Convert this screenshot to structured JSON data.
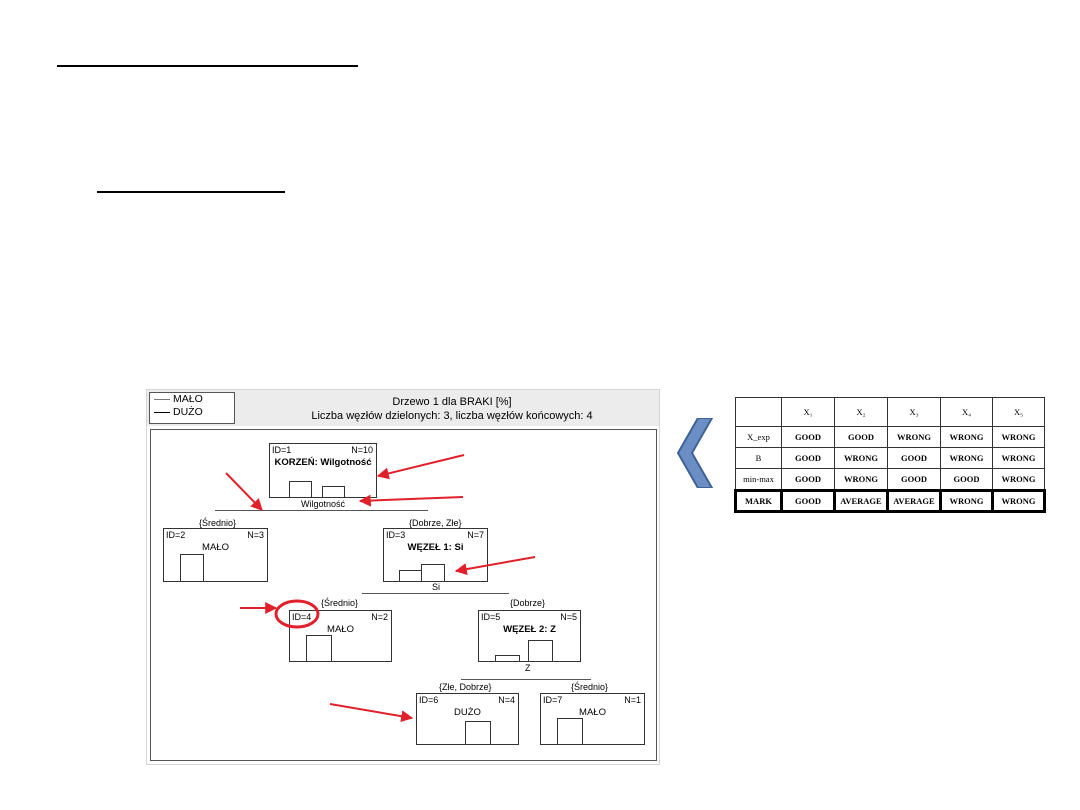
{
  "colors": {
    "annotation_red": "#e0202a",
    "chevron_fill": "#6b8fc5",
    "chevron_stroke": "#3f6196"
  },
  "tree": {
    "legend": {
      "items": [
        "MAŁO",
        "DUŻO"
      ]
    },
    "title_line1": "Drzewo 1 dla BRAKI [%]",
    "title_line2": "Liczba węzłów dzielonych: 3, liczba węzłów końcowych: 4",
    "nodes": {
      "n1": {
        "id": "ID=1",
        "n": "N=10",
        "label": "KORZEŃ: Wilgotność"
      },
      "n2": {
        "id": "ID=2",
        "n": "N=3",
        "label": "MAŁO"
      },
      "n3": {
        "id": "ID=3",
        "n": "N=7",
        "label": "WĘZEŁ 1: Si"
      },
      "n4": {
        "id": "ID=4",
        "n": "N=2",
        "label": "MAŁO"
      },
      "n5": {
        "id": "ID=5",
        "n": "N=5",
        "label": "WĘZEŁ 2: Z"
      },
      "n6": {
        "id": "ID=6",
        "n": "N=4",
        "label": "DUŻO"
      },
      "n7": {
        "id": "ID=7",
        "n": "N=1",
        "label": "MAŁO"
      }
    },
    "splits": {
      "s1": "Wilgotność",
      "s2": "Si",
      "s3": "Z"
    },
    "branches": {
      "b_left1": "{Średnio}",
      "b_right1": "{Dobrze, Złe}",
      "b_left2": "{Średnio}",
      "b_right2": "{Dobrze}",
      "b_left3": "{Złe, Dobrze}",
      "b_right3": "{Średnio}"
    }
  },
  "evaluation_table": {
    "headers": [
      "",
      "X₁",
      "X₂",
      "X₃",
      "X₄",
      "X₅"
    ],
    "rows": [
      {
        "label": "X_exp",
        "cells": [
          "GOOD",
          "GOOD",
          "WRONG",
          "WRONG",
          "WRONG"
        ]
      },
      {
        "label": "B",
        "cells": [
          "GOOD",
          "WRONG",
          "GOOD",
          "WRONG",
          "WRONG"
        ]
      },
      {
        "label": "min-max",
        "cells": [
          "GOOD",
          "WRONG",
          "GOOD",
          "GOOD",
          "WRONG"
        ]
      },
      {
        "label": "MARK",
        "cells": [
          "GOOD",
          "AVERAGE",
          "AVERAGE",
          "WRONG",
          "WRONG"
        ]
      }
    ]
  }
}
